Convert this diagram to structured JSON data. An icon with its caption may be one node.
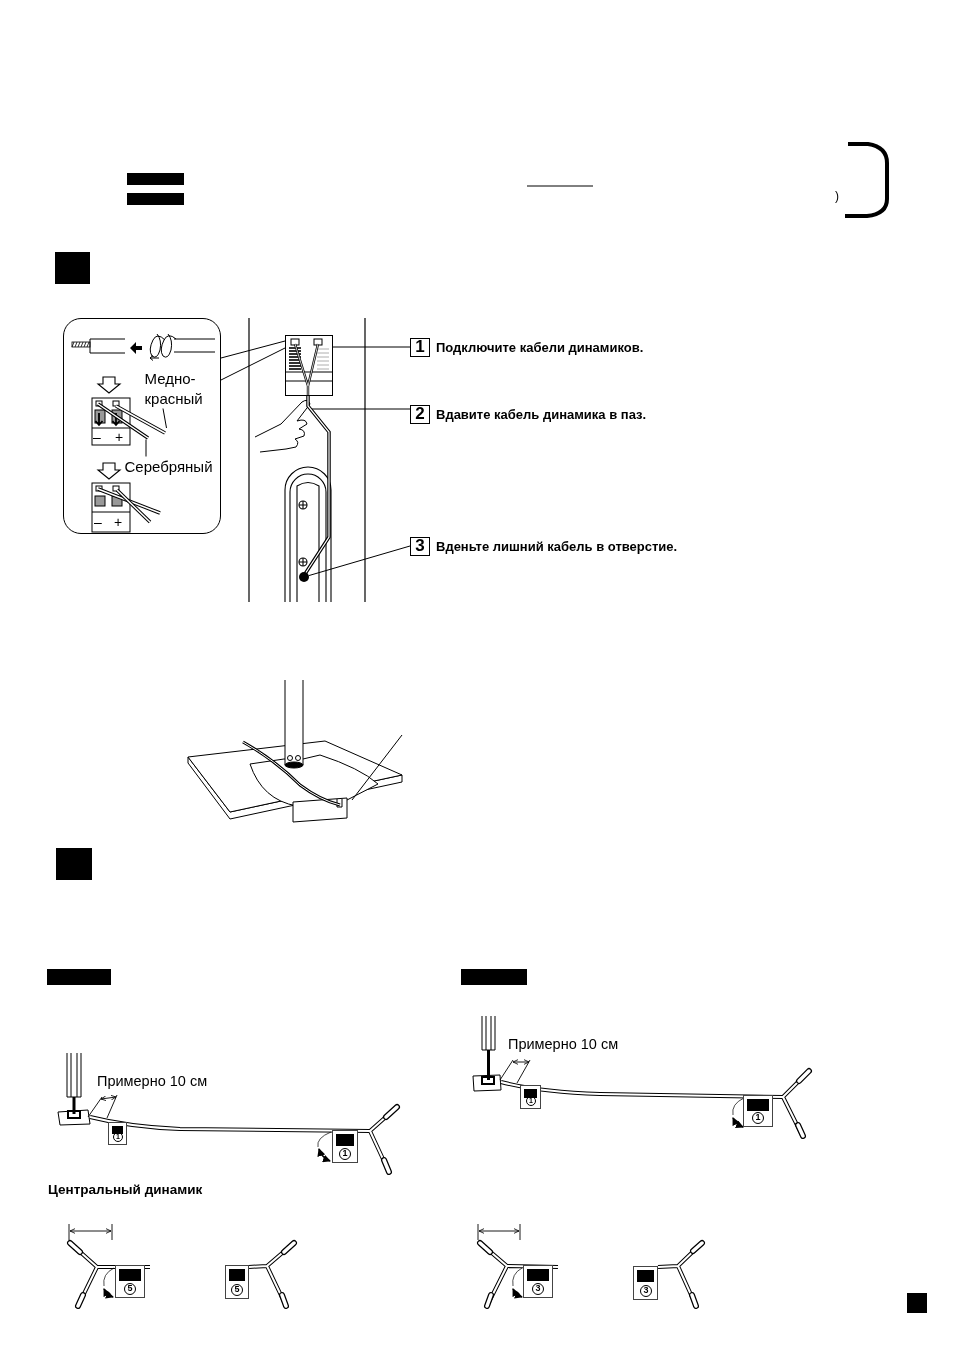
{
  "diagram": {
    "nodes": [
      {
        "text": [],
        "shape": "box"
      },
      {
        "text": [
          "Медно-красный"
        ],
        "in": 0
      },
      {
        "text": [],
        "shape": "picture",
        "in": 0
      },
      {
        "text": [
          "Серебряный"
        ],
        "in": 0
      },
      {
        "text": [],
        "shape": "picture",
        "in": 0
      },
      {
        "text": [],
        "shape": "box"
      },
      {
        "text": [
          "1"
        ],
        "beside": [
          "Подключите кабели динамиков."
        ]
      },
      {
        "text": [],
        "shape": "picture"
      },
      {
        "text": [
          "2"
        ],
        "beside": [
          "Вдавите кабель динамика в паз."
        ]
      },
      {
        "text": [],
        "shape": "circle"
      },
      {
        "text": [
          "3"
        ],
        "beside": [
          "Вденьте лишний кабель в отверстие."
        ]
      }
    ],
    "edges": [
      {
        "from": 1,
        "to": 2,
        "arrow": "none"
      },
      {
        "from": 3,
        "to": 4,
        "arrow": "none"
      },
      {
        "from": 0,
        "to": 5,
        "arrow": "none"
      },
      {
        "from": 0,
        "to": 5,
        "arrow": "none"
      },
      {
        "from": 6,
        "to": 5,
        "arrow": "none"
      },
      {
        "from": 8,
        "to": 7,
        "arrow": "none"
      },
      {
        "from": 10,
        "to": 9,
        "arrow": "none"
      }
    ],
    "labels": [
      ")",
      "–",
      "+",
      "–",
      "+",
      "Примерно 10 см",
      "1",
      "1",
      "Центральный динамик",
      "5",
      "5",
      "Примерно 10 см",
      "1",
      "1",
      "3",
      "3"
    ]
  }
}
